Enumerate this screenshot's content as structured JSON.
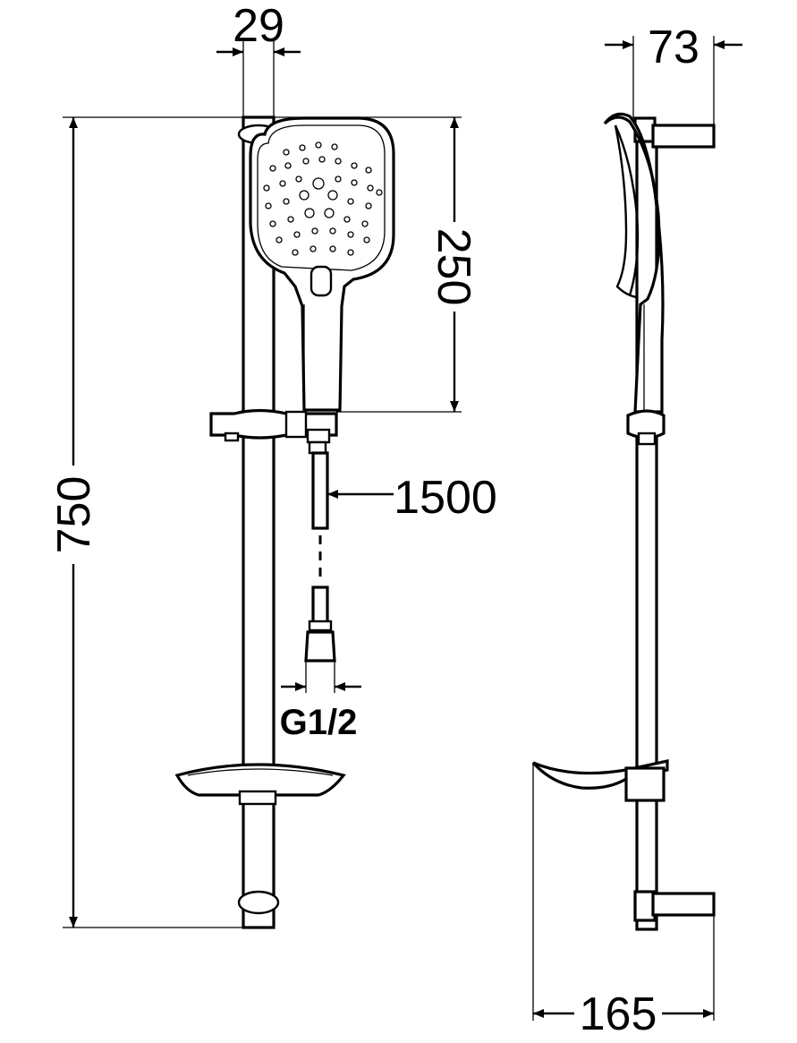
{
  "dimensions": {
    "rail_diameter": "29",
    "wall_bracket_depth": "73",
    "head_length": "250",
    "total_height": "750",
    "hose_length": "1500",
    "thread": "G1/2",
    "soap_dish_depth": "165"
  }
}
